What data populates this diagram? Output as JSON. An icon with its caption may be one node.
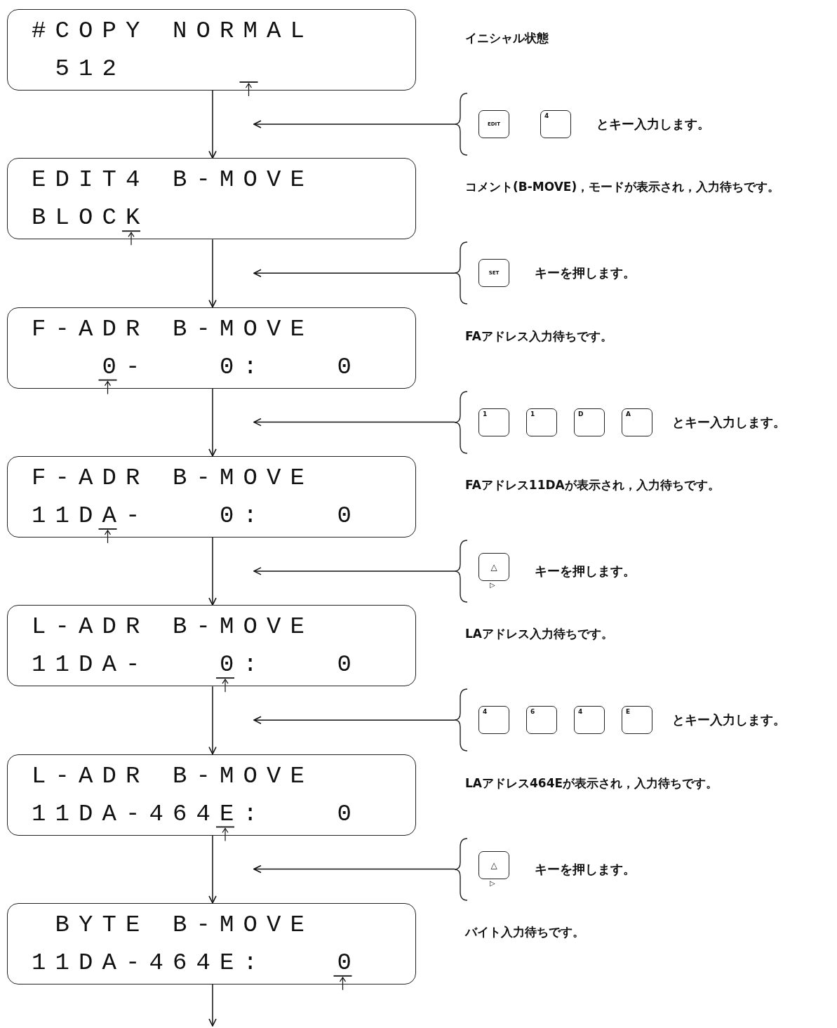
{
  "diagram": {
    "nodes": [
      {
        "text": [
          "#COPY NORMAL",
          "512"
        ]
      },
      {
        "text": [
          "とキー入力します。"
        ]
      },
      {
        "text": [
          "EDIT"
        ],
        "in": 1
      },
      {
        "text": [
          "4"
        ],
        "in": 1
      },
      {
        "text": [
          "EDIT4 B-MOVE",
          "BLOCK"
        ]
      },
      {
        "text": [
          "キーを押します。"
        ]
      },
      {
        "text": [
          "SET"
        ],
        "in": 5
      },
      {
        "text": [
          "F-ADR B-MOVE",
          "0-   0:   0"
        ]
      },
      {
        "text": [
          "とキー入力します。"
        ]
      },
      {
        "text": [
          "1"
        ],
        "in": 8
      },
      {
        "text": [
          "1"
        ],
        "in": 8
      },
      {
        "text": [
          "D"
        ],
        "in": 8
      },
      {
        "text": [
          "A"
        ],
        "in": 8
      },
      {
        "text": [
          "F-ADR B-MOVE",
          "11DA-   0:   0"
        ]
      },
      {
        "text": [
          "キーを押します。"
        ]
      },
      {
        "text": [
          "△",
          "▷"
        ],
        "in": 14
      },
      {
        "text": [
          "L-ADR B-MOVE",
          "11DA-   0:   0"
        ]
      },
      {
        "text": [
          "とキー入力します。"
        ]
      },
      {
        "text": [
          "4"
        ],
        "in": 17
      },
      {
        "text": [
          "6"
        ],
        "in": 17
      },
      {
        "text": [
          "4"
        ],
        "in": 17
      },
      {
        "text": [
          "E"
        ],
        "in": 17
      },
      {
        "text": [
          "L-ADR B-MOVE",
          "11DA-464E:   0"
        ]
      },
      {
        "text": [
          "キーを押します。"
        ]
      },
      {
        "text": [
          "△",
          "▷"
        ],
        "in": 23
      },
      {
        "text": [
          "BYTE B-MOVE",
          "11DA-464E:   0"
        ]
      }
    ],
    "labels": [
      "イニシャル状態",
      "コメント(B-MOVE)，モードが表示され，入力待ちです。",
      "FAアドレス入力待ちです。",
      "FAアドレス11DAが表示され，入力待ちです。",
      "LAアドレス入力待ちです。",
      "LAアドレス464Eが表示され，入力待ちです。",
      "バイト入力待ちです。"
    ],
    "edges": [
      {
        "from": 0,
        "to": 4,
        "arrow": "to"
      },
      {
        "from": 1,
        "to": null,
        "arrow": "to"
      },
      {
        "from": 4,
        "to": 7,
        "arrow": "to"
      },
      {
        "from": 5,
        "to": null,
        "arrow": "to"
      },
      {
        "from": 7,
        "to": 13,
        "arrow": "to"
      },
      {
        "from": 8,
        "to": null,
        "arrow": "to"
      },
      {
        "from": 13,
        "to": 16,
        "arrow": "to"
      },
      {
        "from": 14,
        "to": null,
        "arrow": "to"
      },
      {
        "from": 16,
        "to": 22,
        "arrow": "to"
      },
      {
        "from": 17,
        "to": null,
        "arrow": "to"
      },
      {
        "from": 22,
        "to": 25,
        "arrow": "to"
      },
      {
        "from": 23,
        "to": null,
        "arrow": "to"
      },
      {
        "from": 25,
        "to": null,
        "arrow": "to"
      }
    ]
  }
}
